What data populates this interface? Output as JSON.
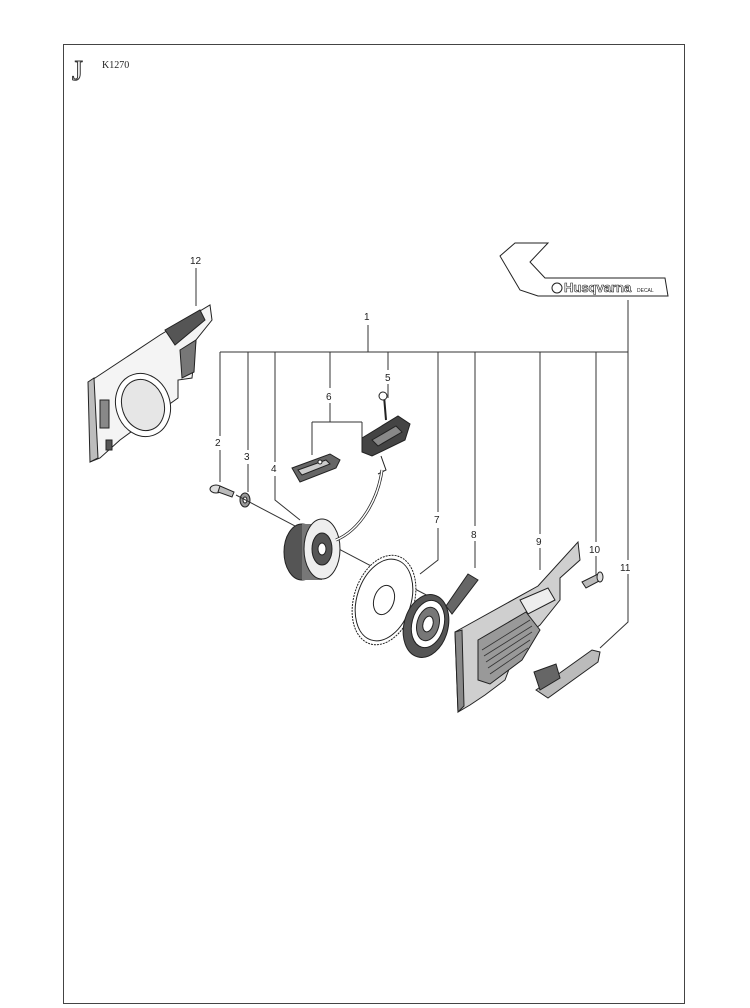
{
  "header": {
    "section_letter": "J",
    "model_code": "K1270"
  },
  "decal": {
    "brand": "Husqvarna",
    "tag": "DECAL"
  },
  "callouts": {
    "c1": "1",
    "c2": "2",
    "c3": "3",
    "c4": "4",
    "c5": "5",
    "c6": "6",
    "c7": "7",
    "c8": "8",
    "c9": "9",
    "c10": "10",
    "c11": "11",
    "c12": "12"
  }
}
